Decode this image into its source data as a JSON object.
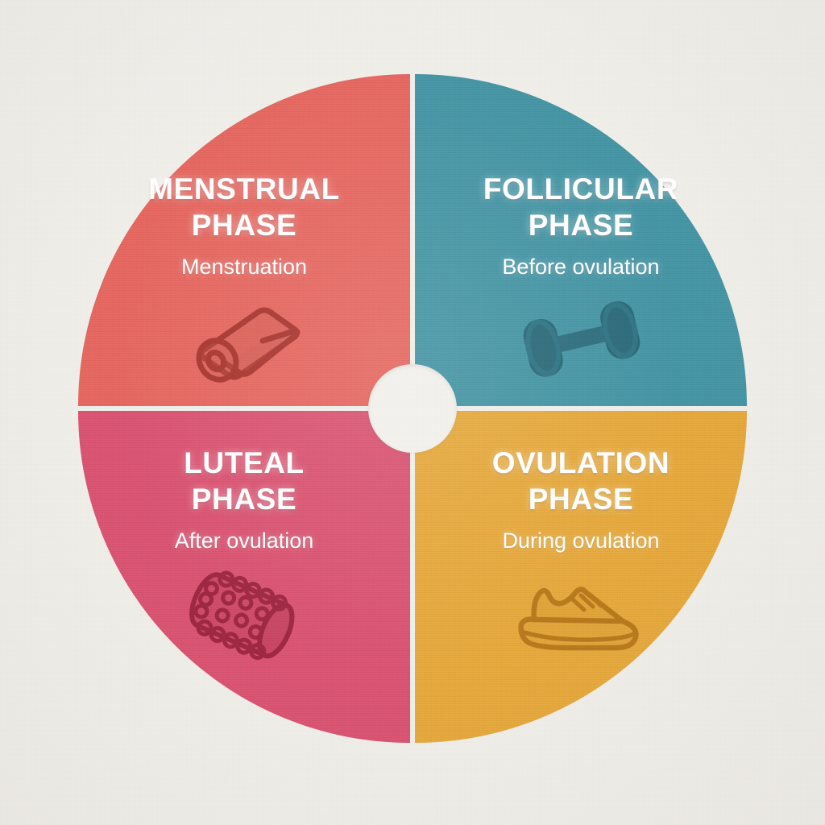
{
  "figure": {
    "kind": "four-quadrant-wheel-infographic",
    "subject": "menstrual cycle phases",
    "background_color": "#F0EEE9",
    "hub_color": "#F2F0EB"
  },
  "quadrants": [
    {
      "id": "menstrual",
      "position": "top-left",
      "title_line1": "MENSTRUAL",
      "title_line2": "PHASE",
      "subtitle": "Menstruation",
      "icon_name": "yoga-mat-icon",
      "color": "#E8665F",
      "icon_color": "#A8362F"
    },
    {
      "id": "follicular",
      "position": "top-right",
      "title_line1": "FOLLICULAR",
      "title_line2": "PHASE",
      "subtitle": "Before ovulation",
      "icon_name": "dumbbell-icon",
      "color": "#4395A5",
      "icon_color": "#2A6675"
    },
    {
      "id": "luteal",
      "position": "bottom-left",
      "title_line1": "LUTEAL",
      "title_line2": "PHASE",
      "subtitle": "After ovulation",
      "icon_name": "foam-roller-icon",
      "color": "#DC5271",
      "icon_color": "#9E2742"
    },
    {
      "id": "ovulation",
      "position": "bottom-right",
      "title_line1": "OVULATION",
      "title_line2": "PHASE",
      "subtitle": "During ovulation",
      "icon_name": "running-shoe-icon",
      "color": "#E8A93A",
      "icon_color": "#B8791C"
    }
  ]
}
